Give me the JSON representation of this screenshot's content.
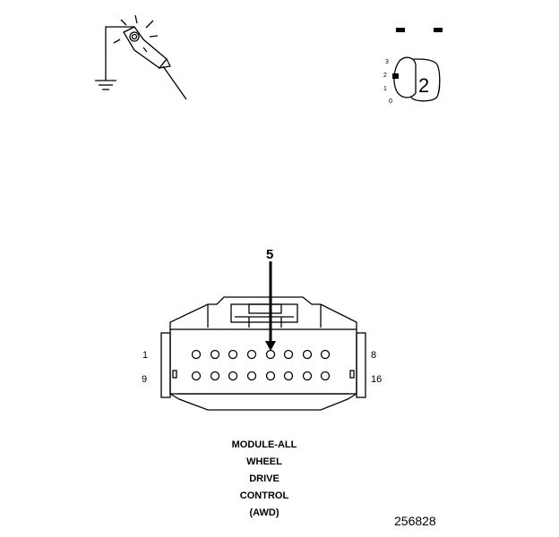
{
  "probe": {
    "icon": "test-probe-to-ground-icon"
  },
  "ignition_key": {
    "icon": "ignition-key-icon",
    "positions": [
      "3",
      "2",
      "1",
      "0"
    ],
    "selected_position": "2"
  },
  "connector": {
    "callout_pin": "5",
    "top_row_first_pin": "1",
    "top_row_last_pin": "8",
    "bottom_row_first_pin": "9",
    "bottom_row_last_pin": "16",
    "pins_per_row": 8
  },
  "caption": {
    "line1": "MODULE-ALL",
    "line2": "WHEEL",
    "line3": "DRIVE",
    "line4": "CONTROL",
    "line5": "(AWD)"
  },
  "figure_number": "256828"
}
